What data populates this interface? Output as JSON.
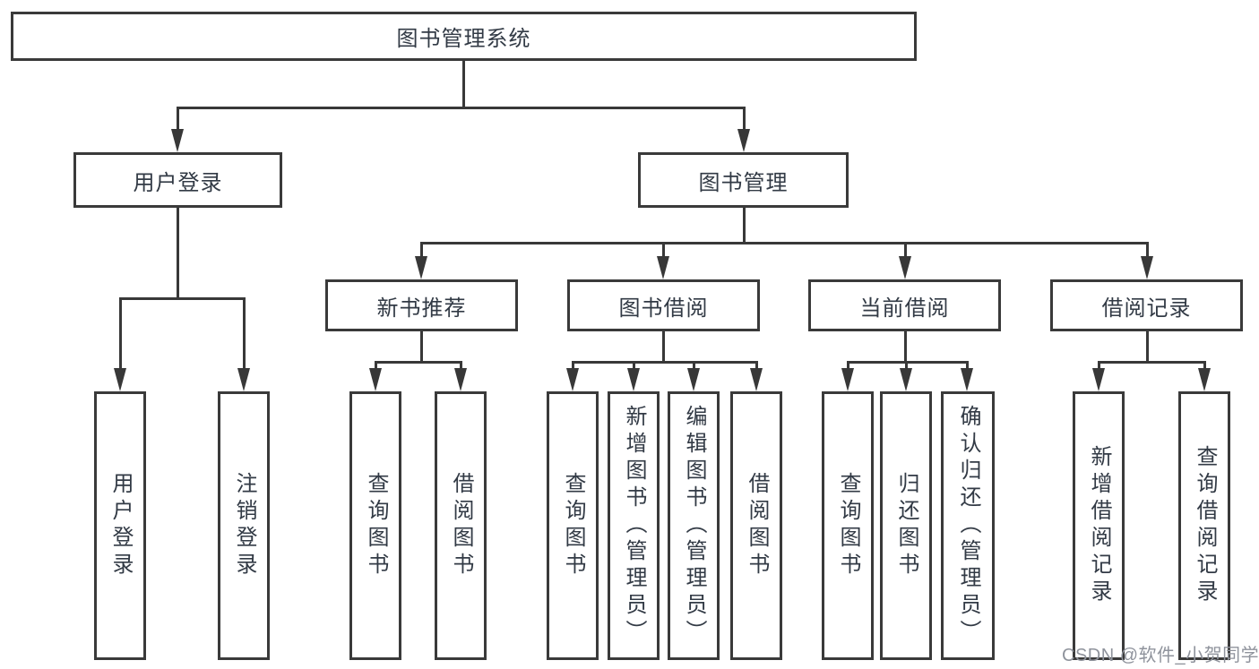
{
  "nodes": {
    "root": "图书管理系统",
    "user_login": "用户登录",
    "book_mgmt": "图书管理",
    "new_book_rec": "新书推荐",
    "book_borrow": "图书借阅",
    "current_borrow": "当前借阅",
    "borrow_records": "借阅记录",
    "leaf_user_login": "用户登录",
    "leaf_logout": "注销登录",
    "leaf_rec_query_book": "查询图书",
    "leaf_rec_borrow_book": "借阅图书",
    "leaf_bb_query_book": "查询图书",
    "leaf_bb_add_book": "新增图书（管理员）",
    "leaf_bb_edit_book": "编辑图书（管理员）",
    "leaf_bb_borrow_book": "借阅图书",
    "leaf_cb_query_book": "查询图书",
    "leaf_cb_return_book": "归还图书",
    "leaf_cb_confirm_return": "确认归还（管理员）",
    "leaf_br_add_record": "新增借阅记录",
    "leaf_br_query_record": "查询借阅记录"
  },
  "colors": {
    "line": "#383838",
    "border": "#3a3a3a",
    "text": "#323a45",
    "watermark": "#8f939c",
    "background": "#ffffff"
  },
  "watermark": "CSDN @软件_小贺同学"
}
